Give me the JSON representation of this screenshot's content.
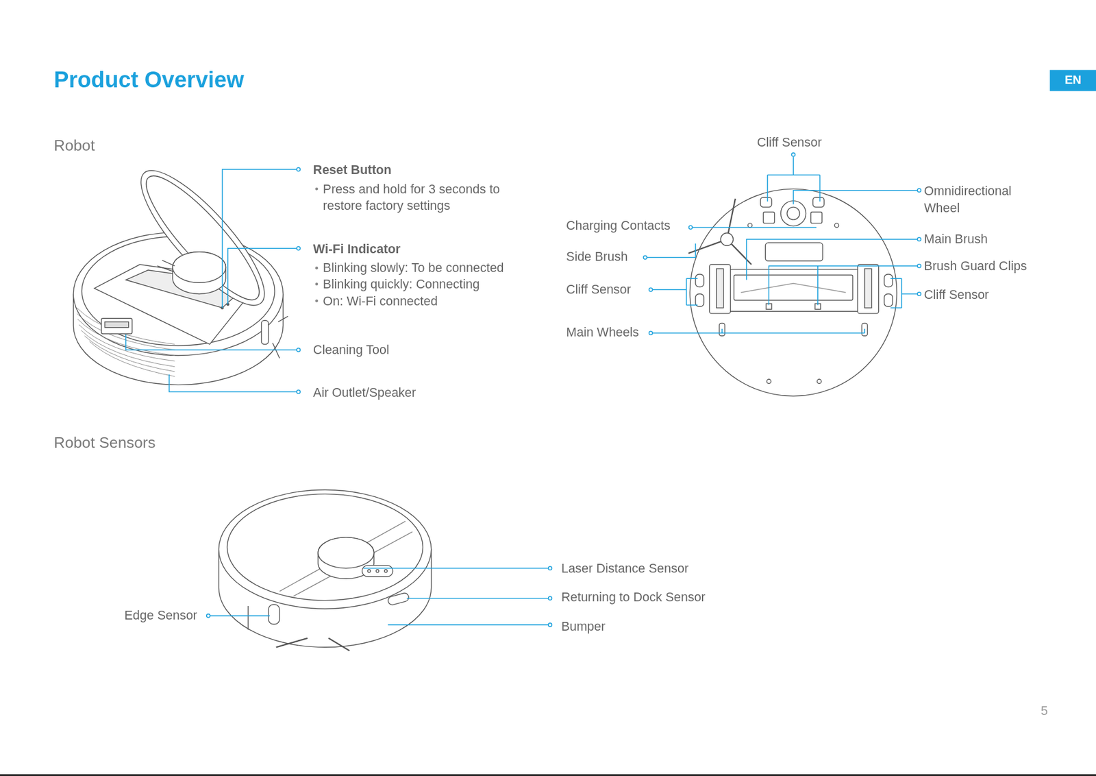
{
  "diagram": {
    "title": "Product Overview",
    "nodes": [
      {
        "text": [
          "EN"
        ]
      }
    ],
    "labels": [
      "Robot",
      "Reset Button",
      "Press and hold for 3 seconds to restore factory settings",
      "Wi-Fi Indicator",
      "Blinking slowly: To be connected",
      "Blinking quickly: Connecting",
      "On: Wi-Fi connected",
      "Cleaning Tool",
      "Air Outlet/Speaker",
      "Cliff Sensor",
      "Omnidirectional Wheel",
      "Charging Contacts",
      "Main Brush",
      "Side Brush",
      "Brush Guard Clips",
      "Cliff Sensor",
      "Cliff Sensor",
      "Main Wheels",
      "Robot Sensors",
      "Laser Distance Sensor",
      "Returning to Dock Sensor",
      "Bumper",
      "Edge Sensor",
      "5"
    ]
  }
}
